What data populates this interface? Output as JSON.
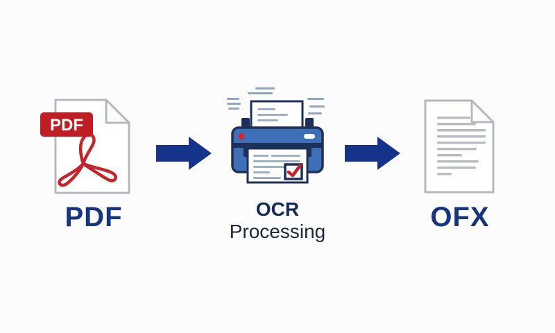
{
  "diagram": {
    "type": "process-flow",
    "background": "#fcfcfc",
    "direction": "left-to-right"
  },
  "colors": {
    "background": "#fcfcfc",
    "arrow": "#16338c",
    "label_navy": "#17357d",
    "ocr_label_navy": "#132a54",
    "processing_text": "#212936",
    "pdf_badge_red": "#bf1e24",
    "pdf_badge_text": "#ffffff",
    "swirl_red": "#c5242b",
    "doc_border_gray": "#b4b8bf",
    "doc_line_gray": "#b9bdc3",
    "printer_blue": "#3e70b8",
    "printer_outline_navy": "#1c3059",
    "paper_line_blue": "#9db0c8",
    "scan_dash_blue": "#8fa5c0",
    "power_dot_red": "#d8232a",
    "check_red": "#c42128",
    "paper_white": "#ffffff"
  },
  "stages": [
    {
      "id": "pdf",
      "icon": "pdf-file-icon",
      "badge": "PDF",
      "label": "PDF"
    },
    {
      "id": "ocr",
      "icon": "printer-ocr-icon",
      "label": "OCR",
      "sublabel": "Processing"
    },
    {
      "id": "ofx",
      "icon": "ofx-document-icon",
      "label": "OFX"
    }
  ],
  "arrows": [
    {
      "id": "arrow-1",
      "direction": "right"
    },
    {
      "id": "arrow-2",
      "direction": "right"
    }
  ]
}
